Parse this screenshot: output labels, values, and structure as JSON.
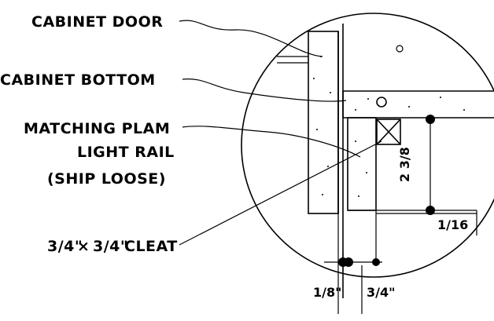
{
  "labels": {
    "cabinet_door": "CABINET DOOR",
    "cabinet_bottom": "CABINET BOTTOM",
    "matching_plam": "MATCHING PLAM",
    "light_rail": "LIGHT RAIL",
    "ship_loose": "(SHIP LOOSE)",
    "cleat_frac_a": "3/4\"",
    "cleat_times": "×",
    "cleat_frac_b": "3/4\"",
    "cleat_word": "CLEAT"
  },
  "dimensions": {
    "rail_height": "2 3/8",
    "right_offset": "1/16",
    "bottom_left": "1/8\"",
    "bottom_right": "3/4\""
  }
}
